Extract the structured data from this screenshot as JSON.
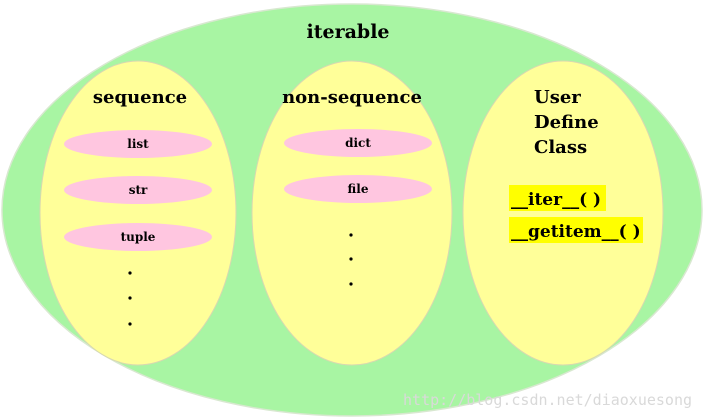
{
  "colors": {
    "outer_fill": "#a8f5a3",
    "group_fill": "#ffff99",
    "item_fill": "#ffc6e0",
    "highlight_fill": "#ffff00",
    "outline": "#d0d0c0"
  },
  "outer": {
    "label": "iterable"
  },
  "groups": [
    {
      "label": "sequence",
      "items": [
        "list",
        "str",
        "tuple"
      ],
      "dots": 3
    },
    {
      "label": "non-sequence",
      "items": [
        "dict",
        "file"
      ],
      "dots": 3
    },
    {
      "label_lines": [
        "User",
        "Define",
        "Class"
      ],
      "methods": [
        "__iter__( )",
        "__getitem__( )"
      ]
    }
  ],
  "watermark": "http://blog.csdn.net/diaoxuesong"
}
